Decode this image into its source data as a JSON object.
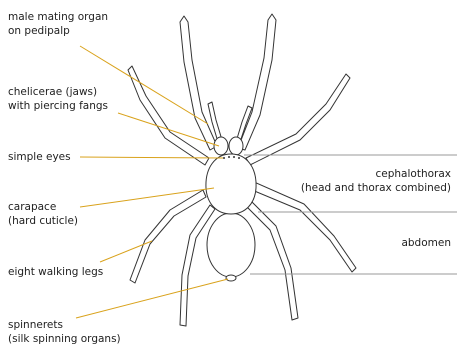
{
  "labels": {
    "male_organ": [
      "male mating organ",
      "on pedipalp"
    ],
    "chelicerae": [
      "chelicerae (jaws)",
      "with piercing fangs"
    ],
    "simple_eyes": [
      "simple eyes"
    ],
    "carapace": [
      "carapace",
      "(hard cuticle)"
    ],
    "walking_legs": [
      "eight walking legs"
    ],
    "spinnerets": [
      "spinnerets",
      "(silk spinning organs)"
    ]
  },
  "regions": {
    "cephalothorax": [
      "cephalothorax",
      "(head and thorax combined)"
    ],
    "abdomen": [
      "abdomen"
    ]
  },
  "colors": {
    "leader_line": "#d9a21b",
    "region_line": "#9a9a9a",
    "outline": "#333333"
  }
}
